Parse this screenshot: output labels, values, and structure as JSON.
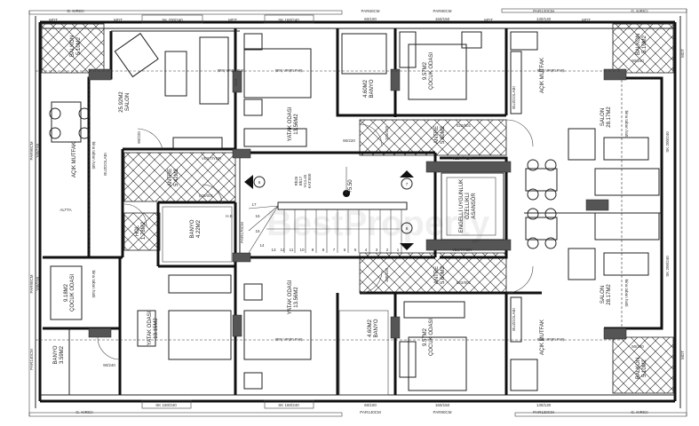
{
  "plan": {
    "rooms": {
      "balkon_tl": [
        "BALKON",
        "5.10M2"
      ],
      "salon_l": [
        "25.92M2",
        "SALON"
      ],
      "mutfak_l": "AÇIK MUTFAK",
      "antre_l": [
        "ANTRE",
        "5.42M2"
      ],
      "hol_l": [
        "HOL",
        "1.78M2"
      ],
      "banyo_l": [
        "BANYO",
        "4.22M2"
      ],
      "cocuk_l": [
        "9.18M2",
        "ÇOCUK ODASI"
      ],
      "banyo_bl": [
        "BANYO",
        "3.59M2"
      ],
      "yatak_bl": [
        "YATAK ODASI",
        "13.15M2"
      ],
      "yatak_tc": [
        "YATAK ODASI",
        "13.56M2"
      ],
      "yatak_bc": [
        "YATAK ODASI",
        "13.56M2"
      ],
      "banyo_tc": [
        "4.60M2",
        "BANYO"
      ],
      "banyo_bc": [
        "4.60M2",
        "BANYO"
      ],
      "cocuk_tr": [
        "9.57M2",
        "ÇOCUK ODASI"
      ],
      "cocuk_br": [
        "9.57M2",
        "ÇOCUK ODASI"
      ],
      "mutfak_tr": "AÇIK MUTFAK",
      "mutfak_br": "AÇIK MUTFAK",
      "balkon_tr": [
        "BALKON",
        "5.10M2"
      ],
      "balkon_br": [
        "BALKON",
        "5.10M2"
      ],
      "salon_tr": [
        "SALON",
        "28.17M2"
      ],
      "salon_br": [
        "SALON",
        "28.17M2"
      ],
      "antre_tr": [
        "ANTRE",
        "5.60M2"
      ],
      "antre_br": [
        "ANTRE",
        "5.60M2"
      ],
      "asansor": [
        "ENGELLİ UYGUNLUK",
        "ÖZELLİKLİ",
        "ASANSÖR"
      ]
    },
    "windows": {
      "sk200": "SK 200/240",
      "sk160": "SK 160/240",
      "par60": "PAR60CM",
      "par60_size": "60/100",
      "par90": "PAR90CM",
      "par90_size": "160/150",
      "par120": "PAR120CM",
      "par120_size": "130/130",
      "par140": "PAR140CM",
      "kirici": "G. KIRICI",
      "mdt": "MDT",
      "sk200_side": "SK 200/240"
    },
    "doors": [
      "90/220",
      "100/220",
      "90/240",
      "022/001",
      "90/220",
      "100/220"
    ],
    "annotations": {
      "taban": "bina taban hatti",
      "vest": "VESTİYER",
      "elevation": "+5.50",
      "stair_info": [
        "Rh26",
        "Bh17",
        "H14.45",
        "KAT:000"
      ],
      "markers": [
        "6",
        "7",
        "8"
      ],
      "buzdolabi": "BUZDOLABI",
      "altta": "ALTTA",
      "column": "S10",
      "parapet": "PAR170CM",
      "hb": "H.B",
      "stair_steps": [
        "1",
        "2",
        "3",
        "4",
        "5",
        "6",
        "7",
        "8",
        "9",
        "10",
        "11",
        "12",
        "13",
        "14",
        "15",
        "16",
        "17"
      ]
    },
    "watermark": "BestProperty"
  }
}
